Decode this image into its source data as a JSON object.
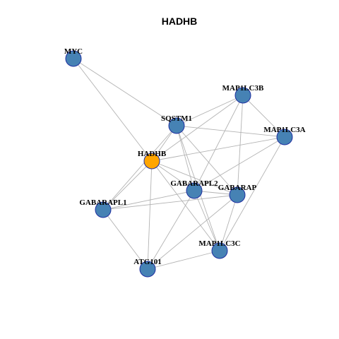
{
  "title": "HADHB",
  "colors": {
    "node_default": "#4682b4",
    "node_focus": "#ffa500",
    "node_border": "#1f2fa0",
    "edge": "#b3b3b3"
  },
  "nodes": [
    {
      "id": "MYC",
      "label": "MYC",
      "focus": false
    },
    {
      "id": "MAP1LC3B",
      "label": "MAP1LC3B",
      "focus": false
    },
    {
      "id": "SQSTM1",
      "label": "SQSTM1",
      "focus": false
    },
    {
      "id": "MAP1LC3A",
      "label": "MAP1LC3A",
      "focus": false
    },
    {
      "id": "HADHB",
      "label": "HADHB",
      "focus": true
    },
    {
      "id": "GABARAPL2",
      "label": "GABARAPL2",
      "focus": false
    },
    {
      "id": "GABARAP",
      "label": "GABARAP",
      "focus": false
    },
    {
      "id": "GABARAPL1",
      "label": "GABARAPL1",
      "focus": false
    },
    {
      "id": "MAP1LC3C",
      "label": "MAP1LC3C",
      "focus": false
    },
    {
      "id": "ATG101",
      "label": "ATG101",
      "focus": false
    }
  ],
  "edges": [
    [
      "MYC",
      "HADHB"
    ],
    [
      "MYC",
      "SQSTM1"
    ],
    [
      "MAP1LC3B",
      "SQSTM1"
    ],
    [
      "MAP1LC3B",
      "HADHB"
    ],
    [
      "MAP1LC3B",
      "MAP1LC3A"
    ],
    [
      "MAP1LC3B",
      "GABARAPL2"
    ],
    [
      "MAP1LC3B",
      "GABARAP"
    ],
    [
      "SQSTM1",
      "MAP1LC3A"
    ],
    [
      "SQSTM1",
      "GABARAPL2"
    ],
    [
      "SQSTM1",
      "GABARAP"
    ],
    [
      "SQSTM1",
      "MAP1LC3C"
    ],
    [
      "SQSTM1",
      "GABARAPL1"
    ],
    [
      "SQSTM1",
      "HADHB"
    ],
    [
      "MAP1LC3A",
      "HADHB"
    ],
    [
      "MAP1LC3A",
      "GABARAPL2"
    ],
    [
      "MAP1LC3A",
      "MAP1LC3C"
    ],
    [
      "HADHB",
      "GABARAPL2"
    ],
    [
      "HADHB",
      "GABARAP"
    ],
    [
      "HADHB",
      "GABARAPL1"
    ],
    [
      "HADHB",
      "ATG101"
    ],
    [
      "HADHB",
      "MAP1LC3C"
    ],
    [
      "GABARAPL2",
      "GABARAP"
    ],
    [
      "GABARAPL2",
      "GABARAPL1"
    ],
    [
      "GABARAPL2",
      "ATG101"
    ],
    [
      "GABARAPL2",
      "MAP1LC3C"
    ],
    [
      "GABARAP",
      "GABARAPL1"
    ],
    [
      "GABARAP",
      "ATG101"
    ],
    [
      "GABARAP",
      "MAP1LC3C"
    ],
    [
      "GABARAPL1",
      "ATG101"
    ],
    [
      "ATG101",
      "MAP1LC3C"
    ]
  ]
}
